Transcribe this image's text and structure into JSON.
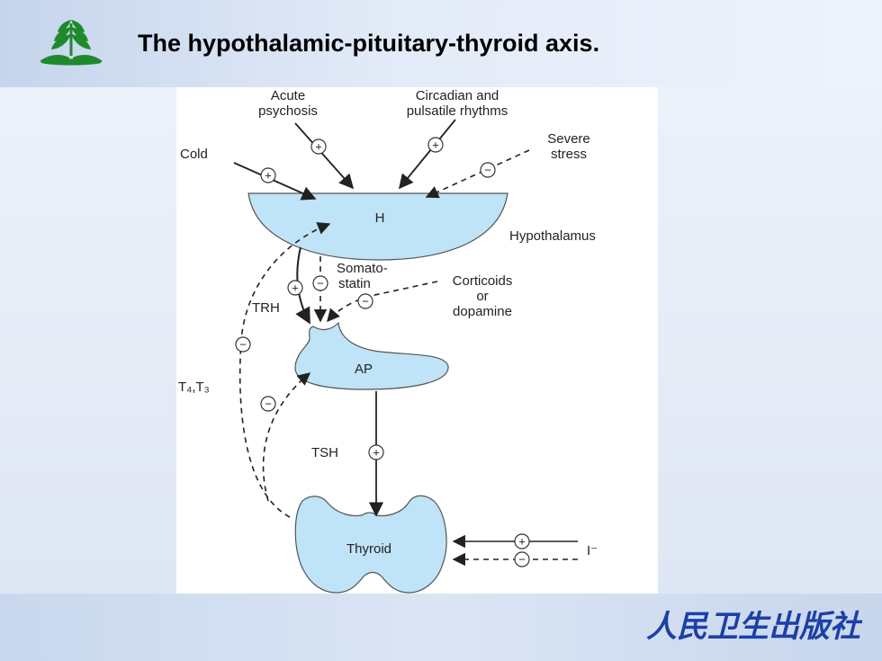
{
  "slide": {
    "title": "The hypothalamic-pituitary-thyroid axis.",
    "publisher_name": "人民卫生出版社",
    "accent_color": "#1f8a2c",
    "publisher_color": "#1c3fa8"
  },
  "diagram": {
    "input_acute_line1": "Acute",
    "input_acute_line2": "psychosis",
    "input_circadian_line1": "Circadian and",
    "input_circadian_line2": "pulsatile rhythms",
    "input_cold": "Cold",
    "input_stress_line1": "Severe",
    "input_stress_line2": "stress",
    "hypothalamus_letter": "H",
    "hypothalamus_label": "Hypothalamus",
    "somatostatin_line1": "Somato-",
    "somatostatin_line2": "statin",
    "trh_label": "TRH",
    "corticoids_line1": "Corticoids",
    "corticoids_line2": "or",
    "corticoids_line3": "dopamine",
    "pituitary_label": "AP",
    "feedback_label": "T₄,T₃",
    "tsh_label": "TSH",
    "thyroid_label": "Thyroid",
    "iodide_label": "I⁻",
    "plus_sign": "+",
    "minus_sign": "−",
    "fill_color": "#bfe3f7",
    "stroke_color": "#333333"
  }
}
